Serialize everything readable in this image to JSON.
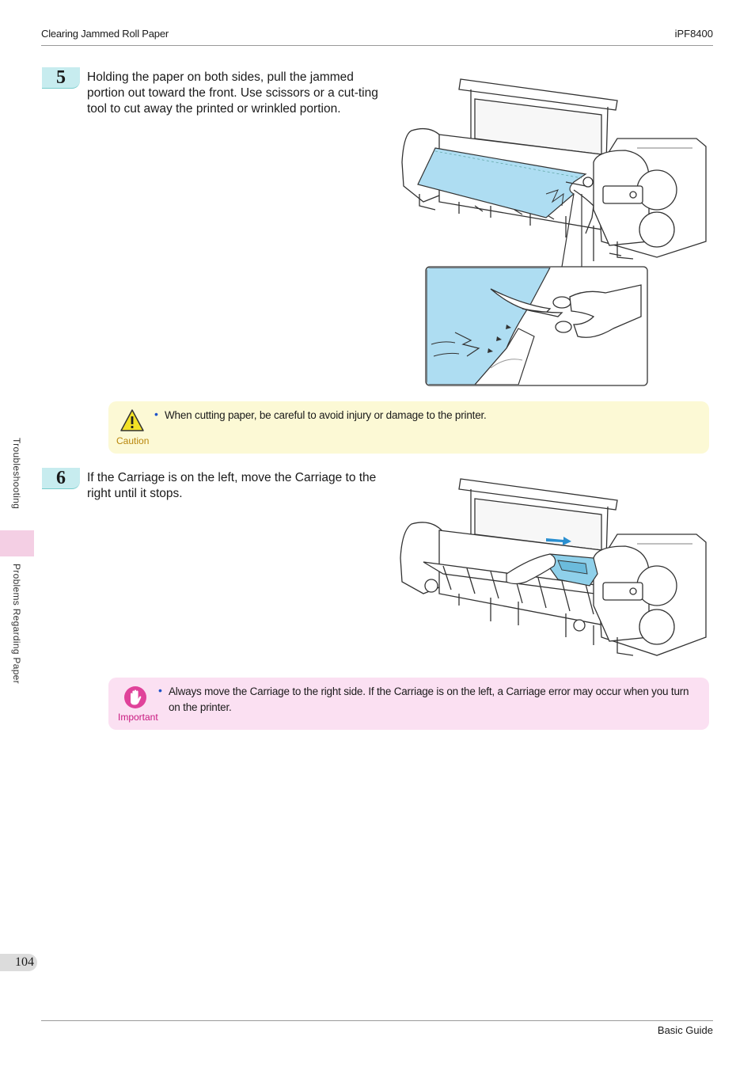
{
  "header": {
    "section": "Clearing Jammed Roll Paper",
    "model": "iPF8400"
  },
  "side_tabs": {
    "chapter": "Troubleshooting",
    "section": "Problems Regarding Paper"
  },
  "steps": [
    {
      "number": "5",
      "text": "Holding the paper on both sides, pull the jammed portion out toward the front. Use scissors or a cut-ting tool to cut away the printed or wrinkled portion."
    },
    {
      "number": "6",
      "text": "If the Carriage is on the left, move the Carriage to the right until it stops."
    }
  ],
  "caution": {
    "label": "Caution",
    "text": "When cutting paper, be careful to avoid injury or damage to the printer."
  },
  "important": {
    "label": "Important",
    "text": "Always move the Carriage to the right side. If the Carriage is on the left, a Carriage error may occur when you turn on the printer."
  },
  "footer": {
    "page_number": "104",
    "guide": "Basic Guide"
  },
  "colors": {
    "step_badge": "#c7ecef",
    "caution_bg": "#fcf9d5",
    "important_bg": "#fbe0f2",
    "bullet": "#1d52c9",
    "paper": "#aeddf2"
  }
}
